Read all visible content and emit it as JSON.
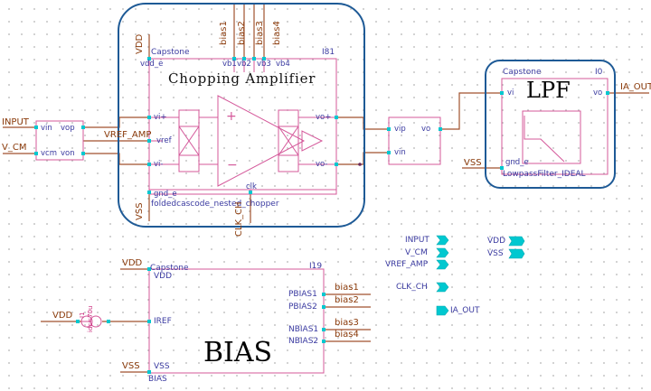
{
  "colors": {
    "wire": "#a0522d",
    "symbol": "#d4589a",
    "pin": "#00c8d0",
    "frame": "#1e5a96",
    "pin_label": "#3a3aa0"
  },
  "chopper": {
    "title": "Chopping Amplifier",
    "lib": "Capstone",
    "cell": "foldedcascode_nested_chopper",
    "instance": "I81",
    "pins": {
      "vdd": "vdd_e",
      "vin_p": "vi+",
      "vref": "vref",
      "vin_n": "vi-",
      "gnd": "gnd_e",
      "clk": "clk",
      "vout_p": "vo+",
      "vout_n": "vo-",
      "vb1": "vb1",
      "vb2": "vb2",
      "vb3": "vb3",
      "vb4": "vb4"
    },
    "plus_sign": "+",
    "minus_sign": "−"
  },
  "wires": {
    "input": "INPUT",
    "v_cm": "V_CM",
    "vref_amp": "VREF_AMP",
    "vdd": "VDD",
    "vss": "VSS",
    "clk_ch": "CLK_CH",
    "ia_out": "IA_OUT",
    "bias1": "bias1",
    "bias2": "bias2",
    "bias3": "bias3",
    "bias4": "bias4"
  },
  "buffer_in": {
    "pins": [
      "vin",
      "vop",
      "vcm",
      "von"
    ]
  },
  "buffer_out": {
    "pins": [
      "vip",
      "vin",
      "vo"
    ]
  },
  "lpf": {
    "title": "LPF",
    "lib": "Capstone",
    "instance": "I0",
    "cell": "LowpassFilter_IDEAL",
    "pins": {
      "vi": "vi",
      "vo": "vo",
      "gnd": "gnd_e"
    }
  },
  "bias": {
    "title": "BIAS",
    "lib": "Capstone",
    "instance": "I19",
    "cell": "BIAS",
    "pins": {
      "vdd": "VDD",
      "iref": "IREF",
      "vss": "VSS",
      "pbias1": "PBIAS1",
      "pbias2": "PBIAS2",
      "nbias1": "NBIAS1",
      "nbias2": "NBIAS2"
    },
    "source_instance": "I1",
    "source_value": "idc=70u"
  },
  "io_pins": {
    "inputs": [
      "INPUT",
      "V_CM",
      "VREF_AMP"
    ],
    "clock": "CLK_CH",
    "output": "IA_OUT",
    "supplies": [
      "VDD",
      "VSS"
    ]
  }
}
